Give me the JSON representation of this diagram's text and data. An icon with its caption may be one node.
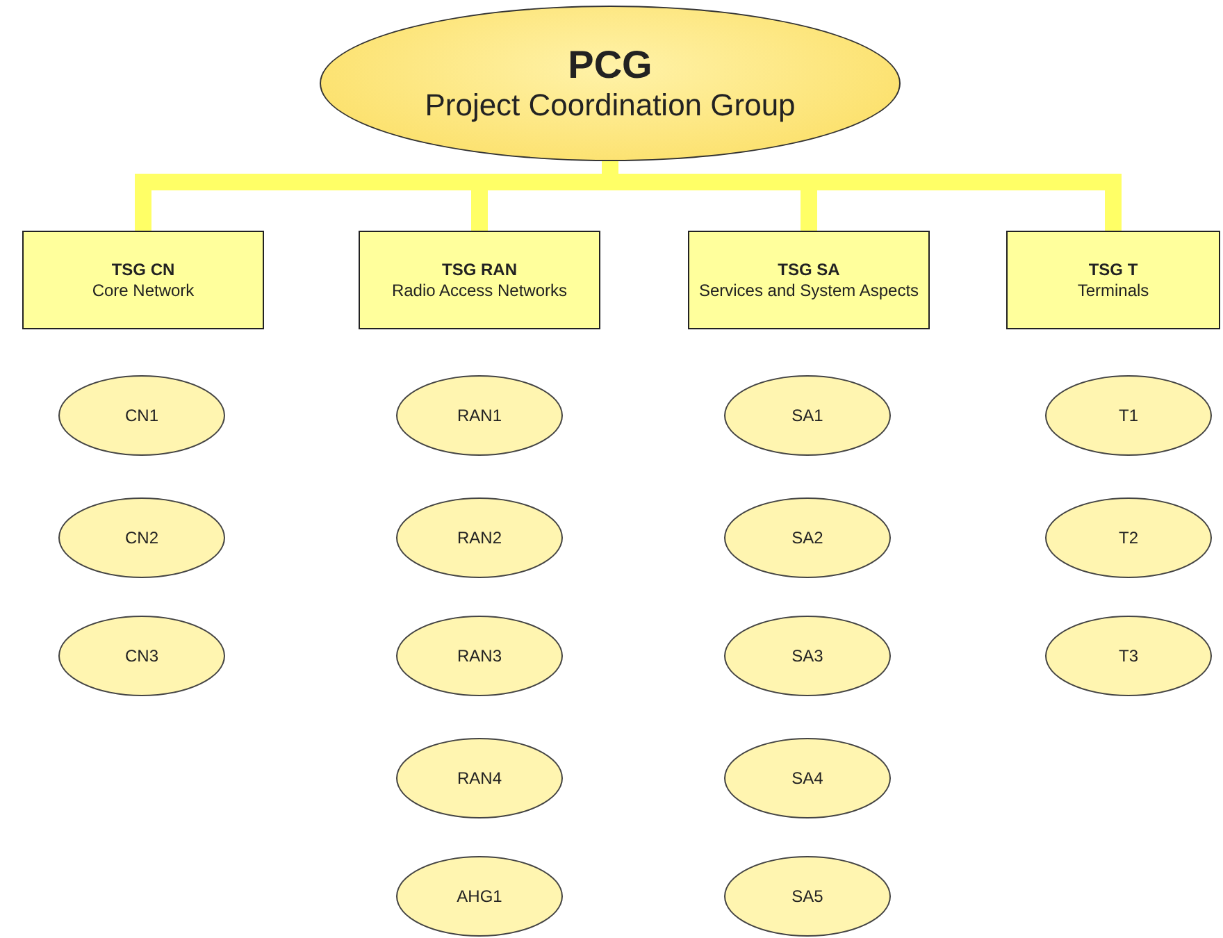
{
  "diagram": {
    "nodes": [
      {
        "text": [
          "PCG",
          "Project Coordination Group"
        ]
      },
      {
        "text": [
          "TSG CN",
          "Core Network"
        ]
      },
      {
        "text": [
          "TSG RAN",
          "Radio Access Networks"
        ]
      },
      {
        "text": [
          "TSG SA",
          "Services and System Aspects"
        ]
      },
      {
        "text": [
          "TSG T",
          "Terminals"
        ]
      },
      {
        "text": [
          "CN1"
        ]
      },
      {
        "text": [
          "CN2"
        ]
      },
      {
        "text": [
          "CN3"
        ]
      },
      {
        "text": [
          "RAN1"
        ]
      },
      {
        "text": [
          "RAN2"
        ]
      },
      {
        "text": [
          "RAN3"
        ]
      },
      {
        "text": [
          "RAN4"
        ]
      },
      {
        "text": [
          "AHG1"
        ]
      },
      {
        "text": [
          "SA1"
        ]
      },
      {
        "text": [
          "SA2"
        ]
      },
      {
        "text": [
          "SA3"
        ]
      },
      {
        "text": [
          "SA4"
        ]
      },
      {
        "text": [
          "SA5"
        ]
      },
      {
        "text": [
          "T1"
        ]
      },
      {
        "text": [
          "T2"
        ]
      },
      {
        "text": [
          "T3"
        ]
      }
    ],
    "edges": [
      {
        "from": 0,
        "to": 1,
        "arrow": "none"
      },
      {
        "from": 0,
        "to": 2,
        "arrow": "none"
      },
      {
        "from": 0,
        "to": 3,
        "arrow": "none"
      },
      {
        "from": 0,
        "to": 4,
        "arrow": "none"
      }
    ]
  }
}
